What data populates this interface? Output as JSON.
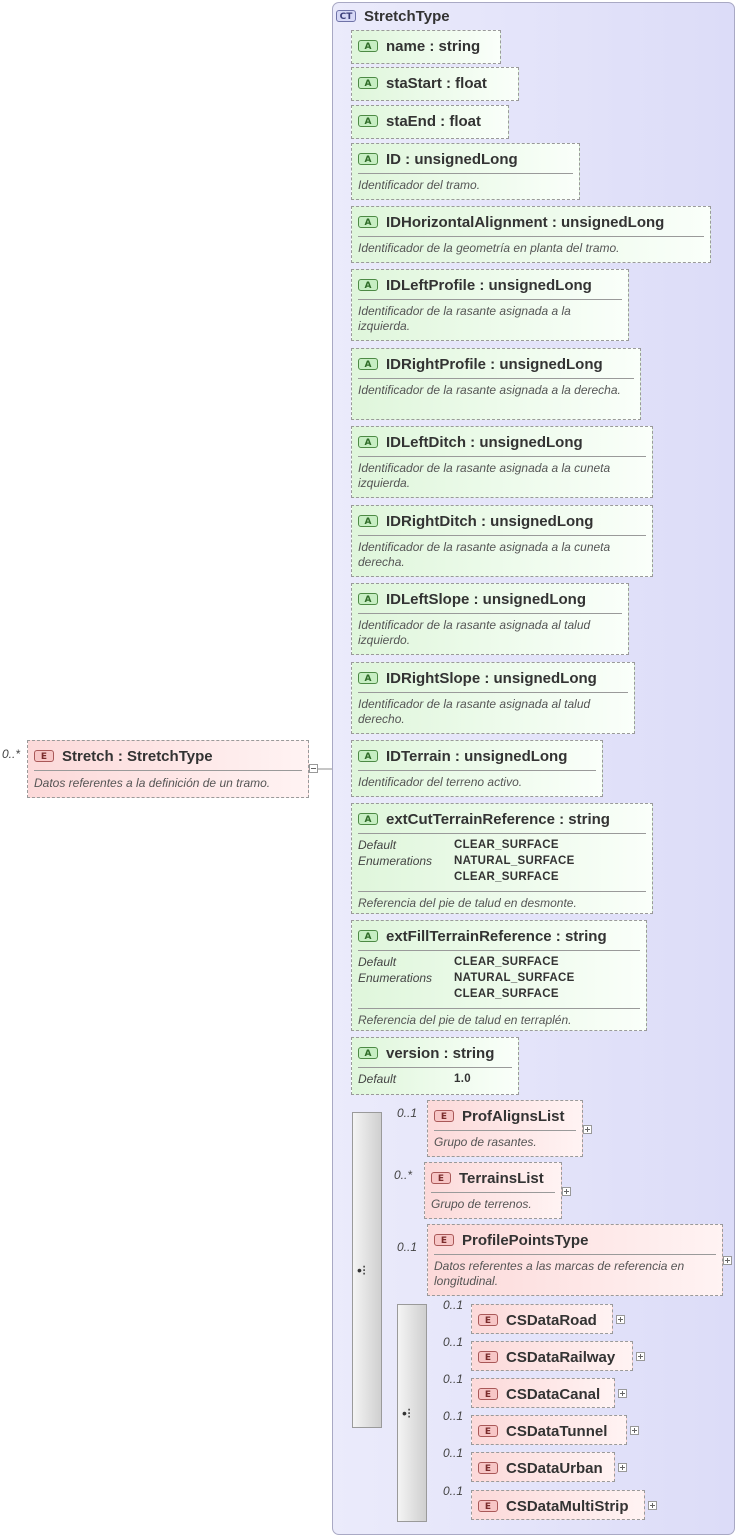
{
  "complex_type": {
    "badge": "CT",
    "name": "StretchType"
  },
  "root": {
    "badge": "E",
    "cardinality": "0..*",
    "title": "Stretch : StretchType",
    "doc": "Datos referentes a la definición de un tramo."
  },
  "attributes": [
    {
      "badge": "A",
      "title": "name : string"
    },
    {
      "badge": "A",
      "title": "staStart : float"
    },
    {
      "badge": "A",
      "title": "staEnd : float"
    },
    {
      "badge": "A",
      "title": "ID      : unsignedLong",
      "doc": "Identificador del tramo."
    },
    {
      "badge": "A",
      "title": "IDHorizontalAlignment : unsignedLong",
      "doc": "Identificador de la geometría en planta del tramo."
    },
    {
      "badge": "A",
      "title": "IDLeftProfile : unsignedLong",
      "doc": "Identificador de la rasante asignada a la izquierda."
    },
    {
      "badge": "A",
      "title": "IDRightProfile : unsignedLong",
      "doc": "Identificador de la rasante asignada a la derecha."
    },
    {
      "badge": "A",
      "title": "IDLeftDitch : unsignedLong",
      "doc": "Identificador de la rasante asignada a la cuneta izquierda."
    },
    {
      "badge": "A",
      "title": "IDRightDitch : unsignedLong",
      "doc": "Identificador de la rasante asignada a la cuneta derecha."
    },
    {
      "badge": "A",
      "title": "IDLeftSlope : unsignedLong",
      "doc": "Identificador de la rasante asignada al talud izquierdo."
    },
    {
      "badge": "A",
      "title": "IDRightSlope : unsignedLong",
      "doc": "Identificador de la rasante asignada al talud derecho."
    },
    {
      "badge": "A",
      "title": "IDTerrain : unsignedLong",
      "doc": "Identificador del terreno activo."
    },
    {
      "badge": "A",
      "title": "extCutTerrainReference : string",
      "default_label": "Default",
      "default_value": "CLEAR_SURFACE",
      "enum_label": "Enumerations",
      "enumerations": [
        "NATURAL_SURFACE",
        "CLEAR_SURFACE"
      ],
      "doc": "Referencia del pie de talud en desmonte."
    },
    {
      "badge": "A",
      "title": "extFillTerrainReference : string",
      "default_label": "Default",
      "default_value": "CLEAR_SURFACE",
      "enum_label": "Enumerations",
      "enumerations": [
        "NATURAL_SURFACE",
        "CLEAR_SURFACE"
      ],
      "doc": "Referencia del pie de talud en terraplén."
    },
    {
      "badge": "A",
      "title": "version : string",
      "default_label": "Default",
      "default_value": "1.0"
    }
  ],
  "sequence_elements": [
    {
      "badge": "E",
      "cardinality": "0..1",
      "title": "ProfAlignsList",
      "doc": "Grupo de rasantes."
    },
    {
      "badge": "E",
      "cardinality": "0..*",
      "title": "TerrainsList",
      "doc": "Grupo de terrenos."
    },
    {
      "badge": "E",
      "cardinality": "0..1",
      "title": "ProfilePointsType",
      "doc": "Datos referentes a las marcas de referencia en longitudinal."
    }
  ],
  "choice_elements": [
    {
      "badge": "E",
      "cardinality": "0..1",
      "title": "CSDataRoad"
    },
    {
      "badge": "E",
      "cardinality": "0..1",
      "title": "CSDataRailway"
    },
    {
      "badge": "E",
      "cardinality": "0..1",
      "title": "CSDataCanal"
    },
    {
      "badge": "E",
      "cardinality": "0..1",
      "title": "CSDataTunnel"
    },
    {
      "badge": "E",
      "cardinality": "0..1",
      "title": "CSDataUrban"
    },
    {
      "badge": "E",
      "cardinality": "0..1",
      "title": "CSDataMultiStrip"
    }
  ],
  "icons": {
    "sequence": "sequence-compositor-icon",
    "choice": "choice-compositor-icon",
    "expand": "expand-plus-icon",
    "collapse": "collapse-minus-icon"
  },
  "colors": {
    "attribute_fill": "#dff6db",
    "element_fill": "#fcd9d9",
    "complex_type_fill": "#dcdcf8"
  }
}
